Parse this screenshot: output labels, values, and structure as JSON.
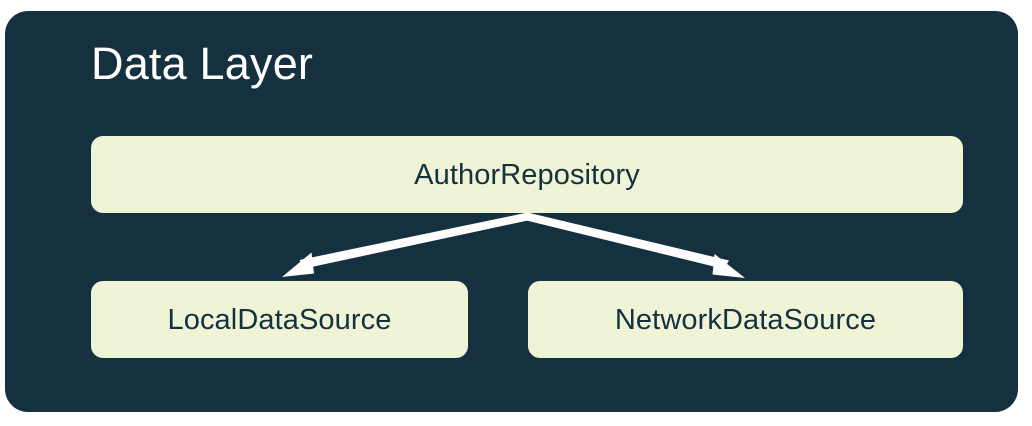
{
  "diagram": {
    "title": "Data Layer",
    "background_color": "#FFFFFF",
    "panel_color": "#15303F",
    "node_fill_color": "#EFF4D6",
    "node_text_color": "#15303F",
    "title_color": "#FFFFFF",
    "edge_color": "#FFFFFF",
    "nodes": [
      {
        "id": "repository",
        "label": "AuthorRepository"
      },
      {
        "id": "local",
        "label": "LocalDataSource"
      },
      {
        "id": "network",
        "label": "NetworkDataSource"
      }
    ],
    "edges": [
      {
        "id": "repo-to-local",
        "from": "repository",
        "to": "local",
        "style": "arrow"
      },
      {
        "id": "repo-to-network",
        "from": "repository",
        "to": "network",
        "style": "arrow"
      }
    ]
  }
}
